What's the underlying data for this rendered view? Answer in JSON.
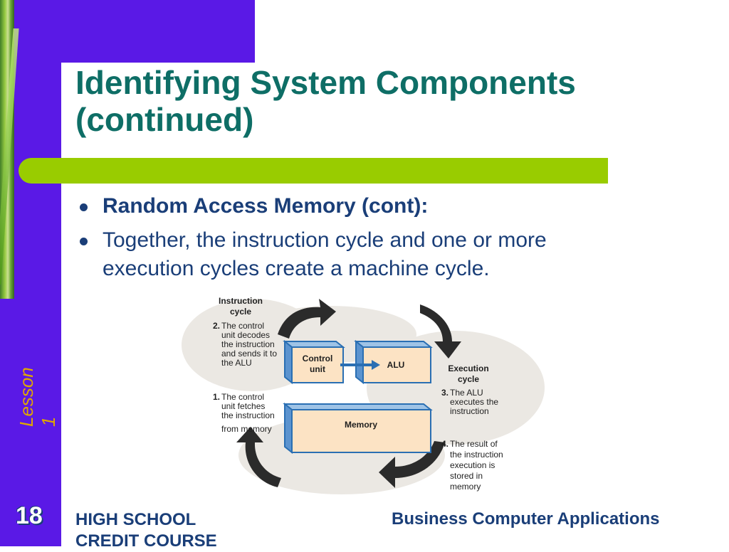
{
  "slide": {
    "title_line1": "Identifying System Components",
    "title_line2": "(continued)",
    "bullets": [
      "Random Access Memory (cont):",
      "Together, the instruction cycle and one or more execution cycles create a machine cycle."
    ],
    "side_label": "Lesson 1",
    "page_number": "18",
    "footer_left_line1": "HIGH SCHOOL",
    "footer_left_line2": "CREDIT COURSE",
    "footer_right": "Business Computer Applications"
  },
  "diagram": {
    "instruction_cycle": [
      "Instruction",
      "cycle"
    ],
    "step2": [
      "2.",
      "The control",
      "unit decodes",
      "the instruction",
      "and sends it to",
      "the ALU"
    ],
    "step1": [
      "1.",
      "The control",
      "unit fetches",
      "the instruction",
      "from memory"
    ],
    "execution_cycle": [
      "Execution",
      "cycle"
    ],
    "step3": [
      "3.",
      "The ALU",
      "executes the",
      "instruction"
    ],
    "step4": [
      "4.",
      "The result of",
      "the instruction",
      "execution is",
      "stored in",
      "memory"
    ],
    "control_unit": [
      "Control",
      "unit"
    ],
    "alu": "ALU",
    "memory": "Memory"
  },
  "colors": {
    "purple": "#5a19e6",
    "green": "#99cc00",
    "title": "#0e6e66",
    "text": "#1a3e78",
    "box_fill": "#fce3c4",
    "box_border": "#2a6fb3"
  }
}
